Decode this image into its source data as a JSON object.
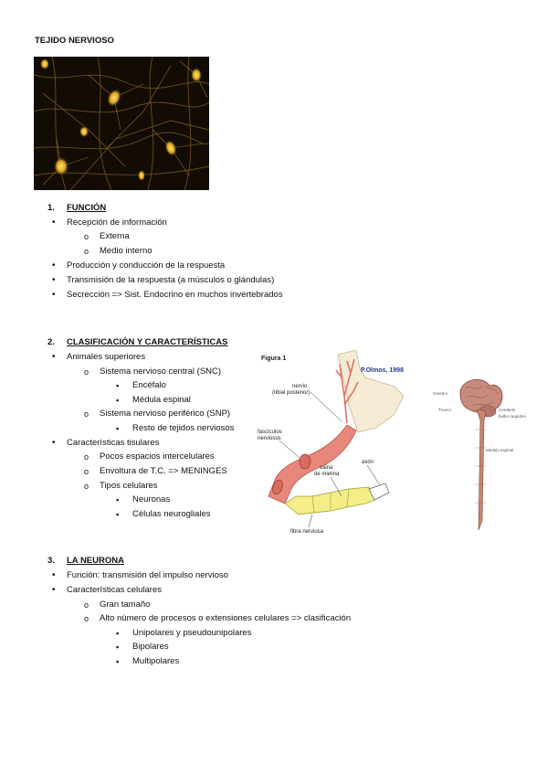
{
  "doc": {
    "title": "TEJIDO NERVIOSO",
    "sections": [
      {
        "number": "1.",
        "heading": "FUNCIÓN",
        "items": [
          {
            "text": "Recepción de información",
            "children": [
              {
                "text": "Externa"
              },
              {
                "text": "Medio interno"
              }
            ]
          },
          {
            "text": "Producción y conducción de la respuesta"
          },
          {
            "text": "Transmisión de la respuesta (a músculos o glándulas)"
          },
          {
            "text": "Secrección => Sist. Endocrino en muchos invertebrados"
          }
        ]
      },
      {
        "number": "2.",
        "heading": "CLASIFICACIÓN Y CARACTERÍSTICAS",
        "items": [
          {
            "text": "Animales superiores",
            "children": [
              {
                "text": "Sistema nervioso central (SNC)",
                "children": [
                  {
                    "text": "Encéfalo"
                  },
                  {
                    "text": "Médula espinal"
                  }
                ]
              },
              {
                "text": "Sistema nervioso periférico (SNP)",
                "children": [
                  {
                    "text": "Resto de tejidos nerviosos"
                  }
                ]
              }
            ]
          },
          {
            "text": "Características tisulares",
            "children": [
              {
                "text": "Pocos espacios intercelulares"
              },
              {
                "text": "Envoltura de T.C. => MENINGES"
              },
              {
                "text": "Tipos celulares",
                "children": [
                  {
                    "text": "Neuronas"
                  },
                  {
                    "text": "Células neurogliales"
                  }
                ]
              }
            ]
          }
        ]
      },
      {
        "number": "3.",
        "heading": "LA NEURONA",
        "items": [
          {
            "text": "Función: transmisión del impulso nervioso"
          },
          {
            "text": "Características celulares",
            "children": [
              {
                "text": "Gran tamaño"
              },
              {
                "text": "Alto número de procesos o extensiones celulares => clasificación",
                "children": [
                  {
                    "text": "Unipolares y pseudounipolares"
                  },
                  {
                    "text": "Bipolares"
                  },
                  {
                    "text": "Multipolares"
                  }
                ]
              }
            ]
          }
        ]
      }
    ]
  },
  "figure": {
    "caption": "Figura 1",
    "credit": "P.Olmos, 1998",
    "labels": {
      "nervio": "nervio",
      "tibial": "(tibial posterior)",
      "fasciculos": "fascículos",
      "nerviosos": "nerviosos",
      "vaina": "vaina",
      "demielina": "de mielina",
      "axon": "axón",
      "fibra": "fibra nerviosa"
    }
  },
  "figure2": {
    "labels": {
      "cerebro": "Cerebro",
      "tronco": "Tronco",
      "cerebelo": "Cerebelo",
      "bulbo": "bulbo raquídeo",
      "medula": "Médula espinal"
    }
  },
  "colors": {
    "nerve": "#e8877c",
    "myelin": "#f3ee86",
    "neuron": "#e9b73a",
    "brain": "#c98a7e"
  }
}
